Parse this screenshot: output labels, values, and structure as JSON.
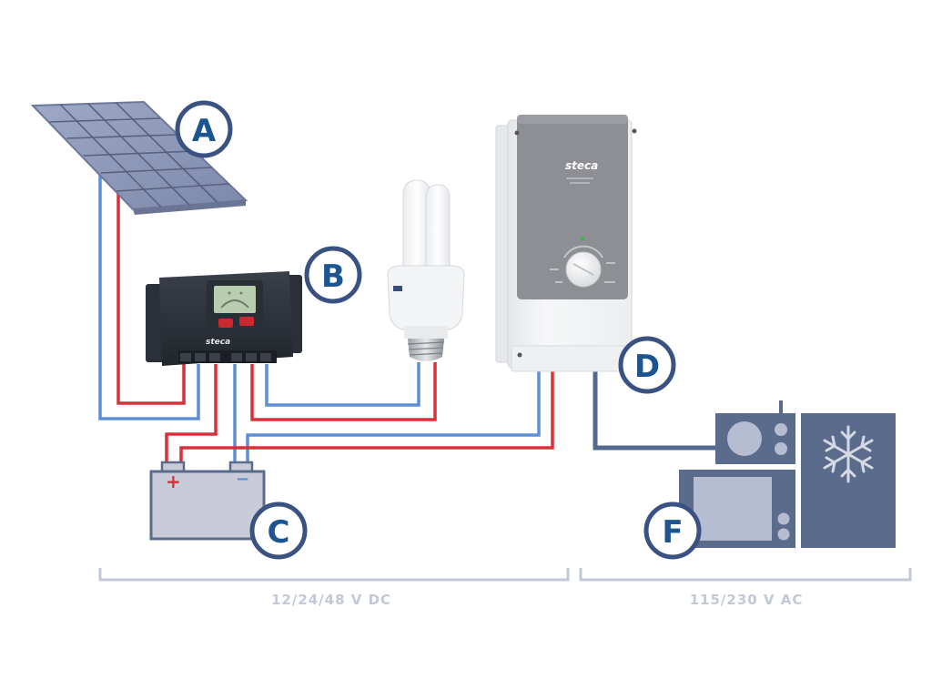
{
  "diagram": {
    "title": "Solar off-grid system wiring",
    "components": [
      {
        "id": "A",
        "label": "A",
        "name": "Solar panel"
      },
      {
        "id": "B",
        "label": "B",
        "name": "Solar charge controller"
      },
      {
        "id": "C",
        "label": "C",
        "name": "Battery"
      },
      {
        "id": "D",
        "label": "D",
        "name": "Inverter"
      },
      {
        "id": "F",
        "label": "F",
        "name": "AC loads (radio, TV, refrigerator)"
      }
    ],
    "devices": {
      "controller_brand": "steca",
      "inverter_brand": "steca",
      "battery_plus": "+",
      "battery_minus": "−"
    },
    "buses": {
      "dc": "12/24/48 V DC",
      "ac": "115/230 V AC"
    },
    "colors": {
      "positive_wire": "#d7303a",
      "negative_wire": "#5b8ed6",
      "ac_wire": "#53698f",
      "label_blue": "#1c5590",
      "label_ring": "#3a5281",
      "appliance_dark": "#5a6b8c",
      "appliance_light": "#b6bdd2",
      "battery_fill": "#c9ccd8",
      "bracket": "#c3c8d6"
    }
  }
}
